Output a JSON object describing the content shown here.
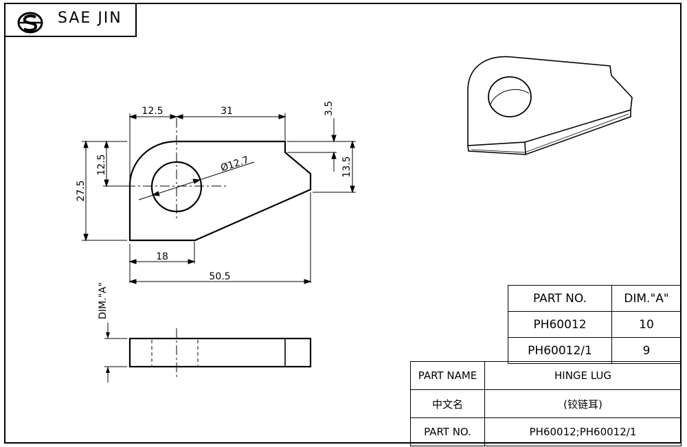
{
  "header": {
    "brand": "SAE JIN",
    "logo_icon": "sae-jin-logo-icon"
  },
  "drawing": {
    "top_view_dimensions": {
      "d_12_5_top": "12.5",
      "d_31": "31",
      "d_3_5": "3.5",
      "d_12_5_side": "12.5",
      "d_27_5": "27.5",
      "d_13_5": "13.5",
      "d_hole": "Ø12.7",
      "d_18": "18",
      "d_50_5": "50.5"
    },
    "side_view_dimensions": {
      "thickness": "DIM.\"A\""
    }
  },
  "dim_table": {
    "headers": [
      "PART NO.",
      "DIM.\"A\""
    ],
    "rows": [
      [
        "PH60012",
        "10"
      ],
      [
        "PH60012/1",
        "9"
      ]
    ]
  },
  "title_block": {
    "part_name_label": "PART NAME",
    "part_name_value": "HINGE LUG",
    "chinese_label": "中文名",
    "chinese_value": "(铰链耳)",
    "part_no_label": "PART NO.",
    "part_no_value": "PH60012;PH60012/1"
  }
}
